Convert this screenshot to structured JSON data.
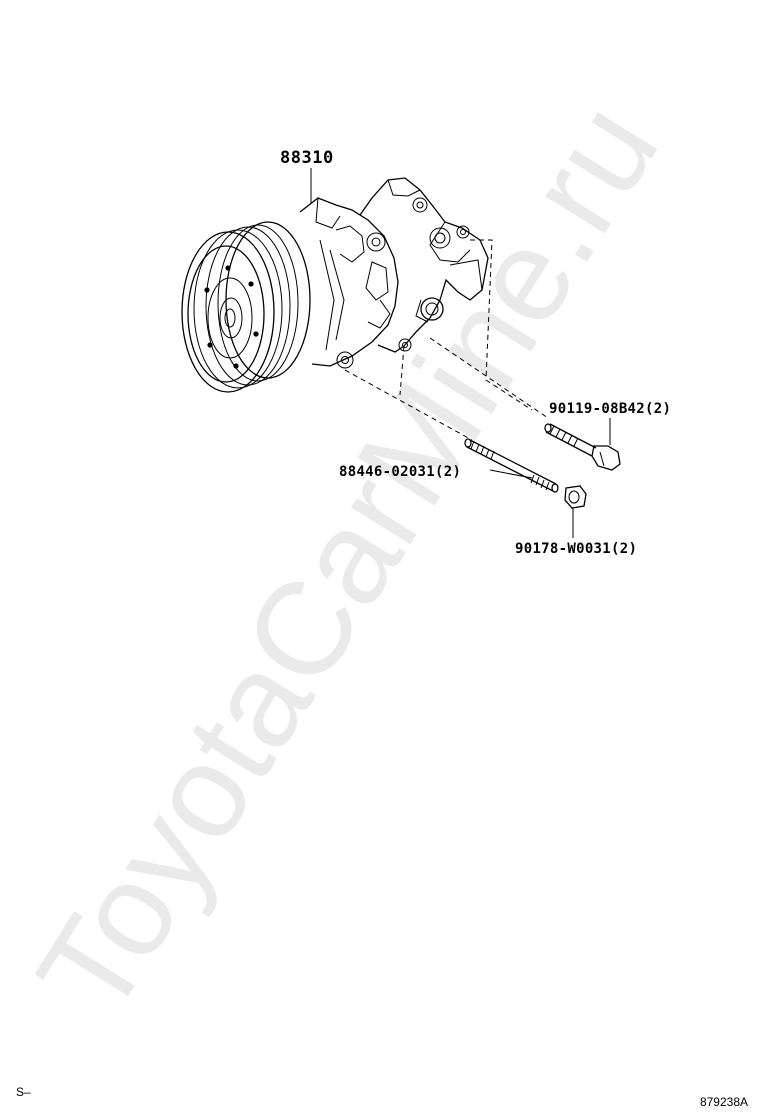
{
  "watermark": "ToyotaCarMine.ru",
  "parts": {
    "compressor": "88310",
    "bolt": "90119-08B42(2)",
    "stud": "88446-02031(2)",
    "nut": "90178-W0031(2)"
  },
  "footer": {
    "left_code": "S–",
    "illustration_number": "879238A"
  }
}
